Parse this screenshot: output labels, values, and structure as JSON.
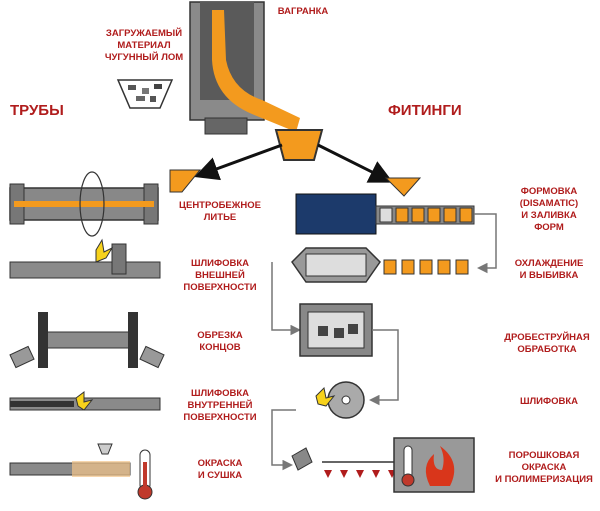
{
  "diagram": {
    "cupola_label": "ВАГРАНКА",
    "charge_label": "ЗАГРУЖАЕМЫЙ\nМАТЕРИАЛ\nЧУГУННЫЙ ЛОМ",
    "pipes_title": "ТРУБЫ",
    "fittings_title": "ФИТИНГИ",
    "pipes_steps": [
      "ЦЕНТРОБЕЖНОЕ\nЛИТЬЕ",
      "ШЛИФОВКА\nВНЕШНЕЙ\nПОВЕРХНОСТИ",
      "ОБРЕЗКА\nКОНЦОВ",
      "ШЛИФОВКА\nВНУТРЕННЕЙ\nПОВЕРХНОСТИ",
      "ОКРАСКА\nИ СУШКА"
    ],
    "fittings_steps": [
      "ФОРМОВКА\n(DISAMATIC)\nИ ЗАЛИВКА\nФОРМ",
      "ОХЛАЖДЕНИЕ\nИ ВЫБИВКА",
      "ДРОБЕСТРУЙНАЯ\nОБРАБОТКА",
      "ШЛИФОВКА",
      "ПОРОШКОВАЯ\nОКРАСКА\nИ ПОЛИМЕРИЗАЦИЯ"
    ],
    "colors": {
      "label": "#b01c1c",
      "metal": "#f39a1e",
      "steel": "#7d7d7d",
      "mold": "#1c3a6b"
    }
  }
}
